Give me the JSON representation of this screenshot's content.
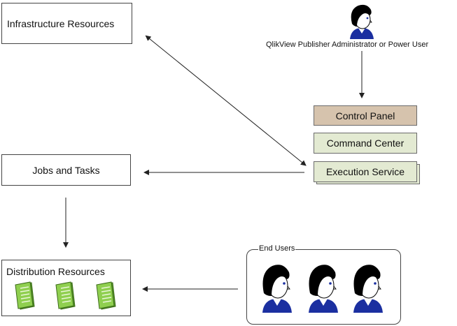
{
  "boxes": {
    "infrastructure": "Infrastructure Resources",
    "jobs": "Jobs and Tasks",
    "distribution": "Distribution Resources"
  },
  "panels": {
    "control_panel": "Control Panel",
    "command_center": "Command Center",
    "execution_service": "Execution Service"
  },
  "admin": {
    "label": "QlikView Publisher Administrator or Power User"
  },
  "end_users": {
    "title": "End Users"
  },
  "colors": {
    "control_panel_fill": "#d6c3ad",
    "command_center_fill": "#e3ead2",
    "document_fill": "#7fbf3f",
    "person_hair": "#000000",
    "person_shirt": "#1b2fa0"
  }
}
